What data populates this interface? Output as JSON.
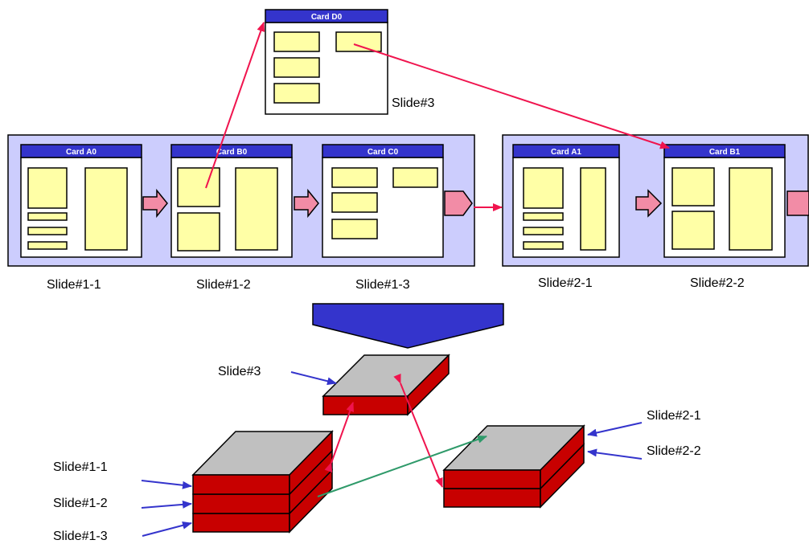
{
  "colors": {
    "panel_fill": "#cccdfd",
    "card_header": "#3434cc",
    "block_fill": "#ffffa6",
    "arrow_pink": "#f28ca6",
    "link_red": "#f0144e",
    "big_arrow": "#3434cc",
    "slab_top": "#c0c0c0",
    "slab_side": "#c80000",
    "link_green": "#2f9a6a",
    "pointer_blue": "#3434cc"
  },
  "cards": {
    "a0": "Card A0",
    "b0": "Card B0",
    "c0": "Card C0",
    "d0": "Card D0",
    "a1": "Card A1",
    "b1": "Card B1"
  },
  "slides": {
    "s3": "Slide#3",
    "s1_1": "Slide#1-1",
    "s1_2": "Slide#1-2",
    "s1_3": "Slide#1-3",
    "s2_1": "Slide#2-1",
    "s2_2": "Slide#2-2"
  },
  "lower": {
    "s3": "Slide#3",
    "s1_1": "Slide#1-1",
    "s1_2": "Slide#1-2",
    "s1_3": "Slide#1-3",
    "s2_1": "Slide#2-1",
    "s2_2": "Slide#2-2"
  }
}
